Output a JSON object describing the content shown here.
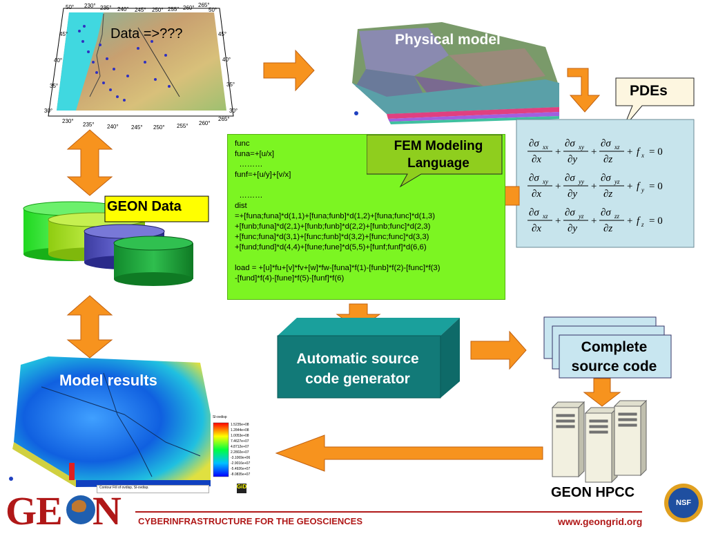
{
  "map": {
    "title": "Data =>???",
    "top_ticks": [
      "230°",
      "235°",
      "240°",
      "245°",
      "250°",
      "255°",
      "260°",
      "265°"
    ],
    "bottom_ticks": [
      "230°",
      "235°",
      "240°",
      "245°",
      "250°",
      "255°",
      "260°",
      "265°"
    ],
    "left_ticks": [
      "50°",
      "45°",
      "40°",
      "35°",
      "30°"
    ],
    "right_ticks": [
      "50°",
      "45°",
      "40°",
      "35°",
      "30°"
    ]
  },
  "physical_model": {
    "title": "Physical model"
  },
  "pdes": {
    "label": "PDEs",
    "equations": [
      {
        "terms": [
          "xx",
          "xy",
          "xz"
        ],
        "body": "x"
      },
      {
        "terms": [
          "xy",
          "yy",
          "yz"
        ],
        "body": "y"
      },
      {
        "terms": [
          "xz",
          "yz",
          "zz"
        ],
        "body": "z"
      }
    ]
  },
  "fem": {
    "label_line1": "FEM Modeling",
    "label_line2": "Language"
  },
  "code": {
    "lines": [
      "func",
      "funa=+[u/x]",
      "  ………",
      "funf=+[u/y]+[v/x]",
      "",
      "  ………",
      "dist",
      "=+[funa;funa]*d(1,1)+[funa;funb]*d(1,2)+[funa;func]*d(1,3)",
      "+[funb;funa]*d(2,1)+[funb;funb]*d(2,2)+[funb;func]*d(2,3)",
      "+[func;funa]*d(3,1)+[func;funb]*d(3,2)+[func;func]*d(3,3)",
      "+[fund;fund]*d(4,4)+[fune;fune]*d(5,5)+[funf;funf]*d(6,6)",
      "",
      "load = +[u]*fu+[v]*fv+[w]*fw-[funa]*f(1)-[funb]*f(2)-[func]*f(3)",
      "-[fund]*f(4)-[fune]*f(5)-[funf]*f(6)"
    ]
  },
  "geon_data": {
    "label": "GEON Data"
  },
  "model_results": {
    "label": "Model results",
    "legend_title": "Sl-ovdisp",
    "legend_values": [
      "1.5235e+08",
      "1.2844e+08",
      "1.0053e+08",
      "7.4627e+07",
      "4.8712e+07",
      "2.2802e+07",
      "-3.1069e+06",
      "-2.9016e+07",
      "-5.4926e+07",
      "-8.0835e+07"
    ],
    "caption": "Contour Fill of ovdisp, Sl-ovdisp.",
    "gid": "GiD"
  },
  "generator": {
    "line1": "Automatic source",
    "line2": "code generator"
  },
  "complete": {
    "line1": "Complete",
    "line2": "source code"
  },
  "hpcc": {
    "label": "GEON HPCC"
  },
  "footer": {
    "tagline": "CYBERINFRASTRUCTURE FOR THE GEOSCIENCES",
    "url": "www.geongrid.org",
    "logo_text": "GEON",
    "nsf": "NSF"
  },
  "colors": {
    "arrow": "#f7931e",
    "footer_red": "#b01818",
    "code_bg": "#7cf522",
    "pde_bg": "#c7e4ec",
    "generator": "#127a78"
  }
}
